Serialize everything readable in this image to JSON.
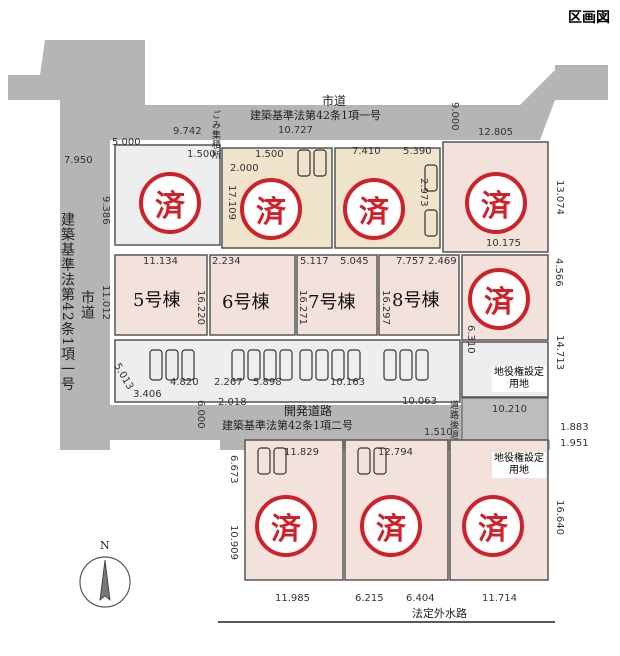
{
  "header": {
    "title": "区画図"
  },
  "roads": {
    "top_name": "市道",
    "top_law": "建築基準法第42条1項一号",
    "left_name": "市道",
    "left_law": "建築基準法第42条1項一号",
    "dev_name": "開発道路",
    "dev_law": "建築基準法第42条1項二号",
    "bottom_name": "法定外水路",
    "path_label": "道路後退",
    "garbage": "ごみ集積所"
  },
  "lots": {
    "sold_mark": "済",
    "houses": [
      "5号棟",
      "6号棟",
      "7号棟",
      "8号棟"
    ],
    "permit_label": "地役権設定用地"
  },
  "dims": {
    "d9742": "9.742",
    "d10727": "10.727",
    "d12805": "12.805",
    "d7950": "7.950",
    "d5000": "5.000",
    "d1500a": "1.500",
    "d1500b": "1.500",
    "d2000": "2.000",
    "d7410": "7.410",
    "d5390": "5.390",
    "d9000": "9.000",
    "d13074": "13.074",
    "d9386": "9.386",
    "d10175": "10.175",
    "d11134": "11.134",
    "d2234": "2.234",
    "d5117": "5.117",
    "d5045": "5.045",
    "d7757": "7.757",
    "d2469": "2.469",
    "d4566": "4.566",
    "d11012": "11.012",
    "d16220": "16.220",
    "d16271": "16.271",
    "d16297": "16.297",
    "d14713": "14.713",
    "d5013": "5.013",
    "d4820": "4.820",
    "d2267": "2.267",
    "d5898": "5.898",
    "d10163": "10.163",
    "d3406": "3.406",
    "d2018": "2.018",
    "d10063": "10.063",
    "d6000": "6.000",
    "d10210": "10.210",
    "d1883": "1.883",
    "d1510": "1.510",
    "d1951": "1.951",
    "d6673": "6.673",
    "d10909": "10.909",
    "d11985": "11.985",
    "d6215": "6.215",
    "d6404": "6.404",
    "d11714": "11.714",
    "d16640": "16.640",
    "d11829": "11.829",
    "d12794": "12.794",
    "d17109": "17.109",
    "d6310": "6.310",
    "d2973": "2.973"
  },
  "compass": {
    "north": "N"
  },
  "colors": {
    "road": "#b5b5b5",
    "lot_pink": "#f3e2dc",
    "lot_beige": "#efe3cc",
    "lot_gray": "#eeeeee",
    "sold": "#d0202a"
  }
}
